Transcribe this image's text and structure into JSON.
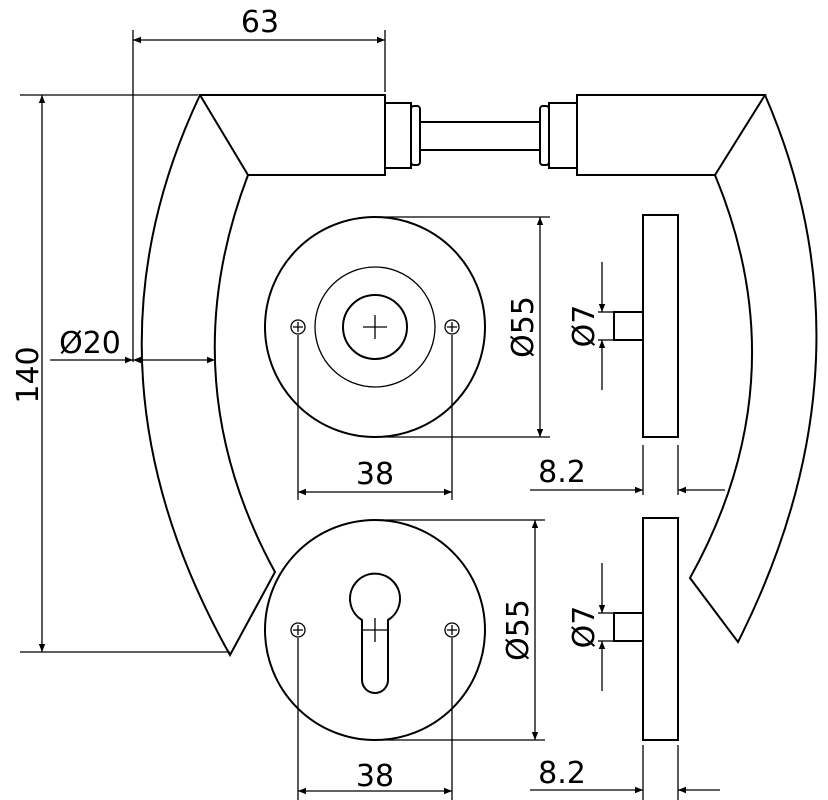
{
  "title": "Door handle set technical drawing",
  "dimensions": {
    "width_63": "63",
    "height_140": "140",
    "dia_20": "Ø20",
    "dia_55_top": "Ø55",
    "dia_55_bottom": "Ø55",
    "spacing_38_top": "38",
    "spacing_38_bottom": "38",
    "dia_7_top": "Ø7",
    "dia_7_bottom": "Ø7",
    "thickness_8_2_top": "8.2",
    "thickness_8_2_bottom": "8.2"
  },
  "colors": {
    "line": "#000000",
    "background": "#ffffff"
  }
}
